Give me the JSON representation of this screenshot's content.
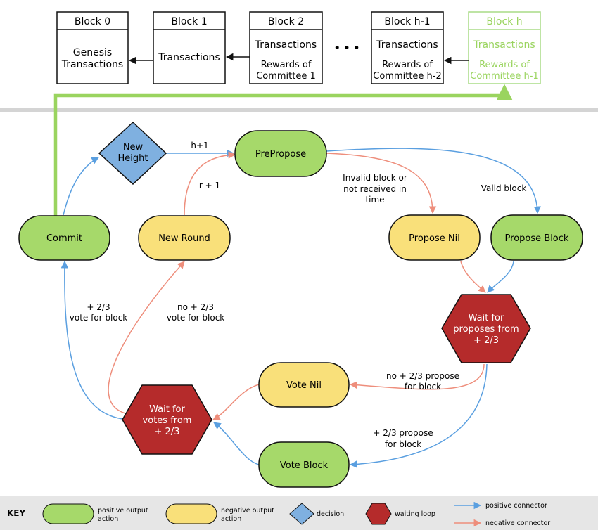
{
  "colors": {
    "green_fill": "#a6d96a",
    "yellow_fill": "#f9e07a",
    "red_fill": "#b52b2b",
    "blue_fill": "#7fb0e0",
    "positive_connector": "#5a9fe0",
    "negative_connector": "#ee8e7c",
    "chain_arrow": "#9ad45f",
    "key_bg": "#e6e6e6",
    "divider": "#d4d4d4"
  },
  "chain": {
    "block0": {
      "title": "Block 0",
      "line1": "Genesis",
      "line2": "Transactions"
    },
    "block1": {
      "title": "Block 1",
      "line1": "Transactions"
    },
    "block2": {
      "title": "Block 2",
      "line1": "Transactions",
      "line2": "Rewards of",
      "line3": "Committee 1"
    },
    "ellipsis": "• • •",
    "block_h1": {
      "title": "Block h-1",
      "line1": "Transactions",
      "line2": "Rewards of",
      "line3": "Committee h-2"
    },
    "block_h": {
      "title": "Block h",
      "line1": "Transactions",
      "line2": "Rewards of",
      "line3": "Committee h-1"
    }
  },
  "nodes": {
    "commit": "Commit",
    "new_height_1": "New",
    "new_height_2": "Height",
    "prepropose": "PrePropose",
    "new_round": "New Round",
    "propose_nil": "Propose Nil",
    "propose_block": "Propose Block",
    "wait_proposes_1": "Wait for",
    "wait_proposes_2": "proposes from",
    "wait_proposes_3": "+ 2/3",
    "vote_nil": "Vote Nil",
    "vote_block": "Vote Block",
    "wait_votes_1": "Wait for",
    "wait_votes_2": "votes from",
    "wait_votes_3": "+ 2/3"
  },
  "edges": {
    "h_plus_1": "h+1",
    "r_plus_1": "r + 1",
    "invalid_1": "Invalid block or",
    "invalid_2": "not received in",
    "invalid_3": "time",
    "valid_block": "Valid block",
    "vote_for_block_1": "+ 2/3",
    "vote_for_block_2": "vote for block",
    "no_vote_1": "no + 2/3",
    "no_vote_2": "vote for block",
    "no_propose_1": "no + 2/3 propose",
    "no_propose_2": "for block",
    "yes_propose_1": "+ 2/3 propose",
    "yes_propose_2": "for block"
  },
  "key": {
    "title": "KEY",
    "positive_action_1": "positive output",
    "positive_action_2": "action",
    "negative_action_1": "negative output",
    "negative_action_2": "action",
    "decision": "decision",
    "waiting_loop": "waiting loop",
    "positive_connector": "positive connector",
    "negative_connector": "negative connector"
  }
}
